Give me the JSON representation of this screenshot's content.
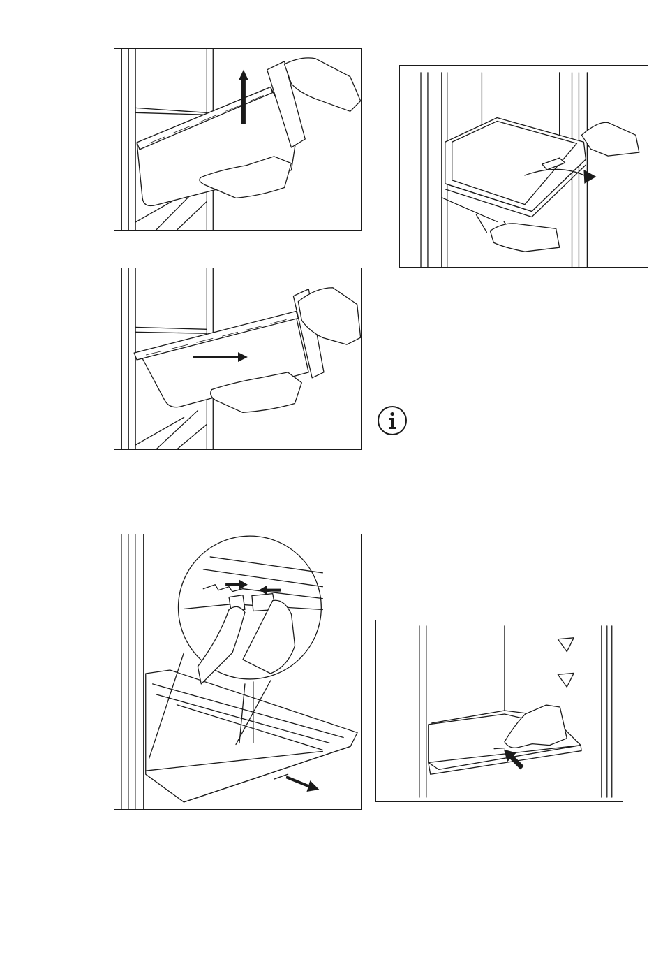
{
  "page": {
    "figures": [
      {
        "id": "fig-remove-drawer-lift",
        "icon": "arrow-up-icon"
      },
      {
        "id": "fig-remove-drawer-pull",
        "icon": "arrow-right-icon"
      },
      {
        "id": "fig-remove-cover-clips",
        "icon": "arrow-diagonal-icon"
      },
      {
        "id": "fig-glass-shelf-tilt",
        "icon": "curved-arrow-icon"
      },
      {
        "id": "fig-shelf-release",
        "icon": "arrow-press-icon"
      }
    ],
    "info_icon": "info-icon",
    "colors": {
      "line": "#1a1a1a",
      "background": "#ffffff"
    }
  }
}
